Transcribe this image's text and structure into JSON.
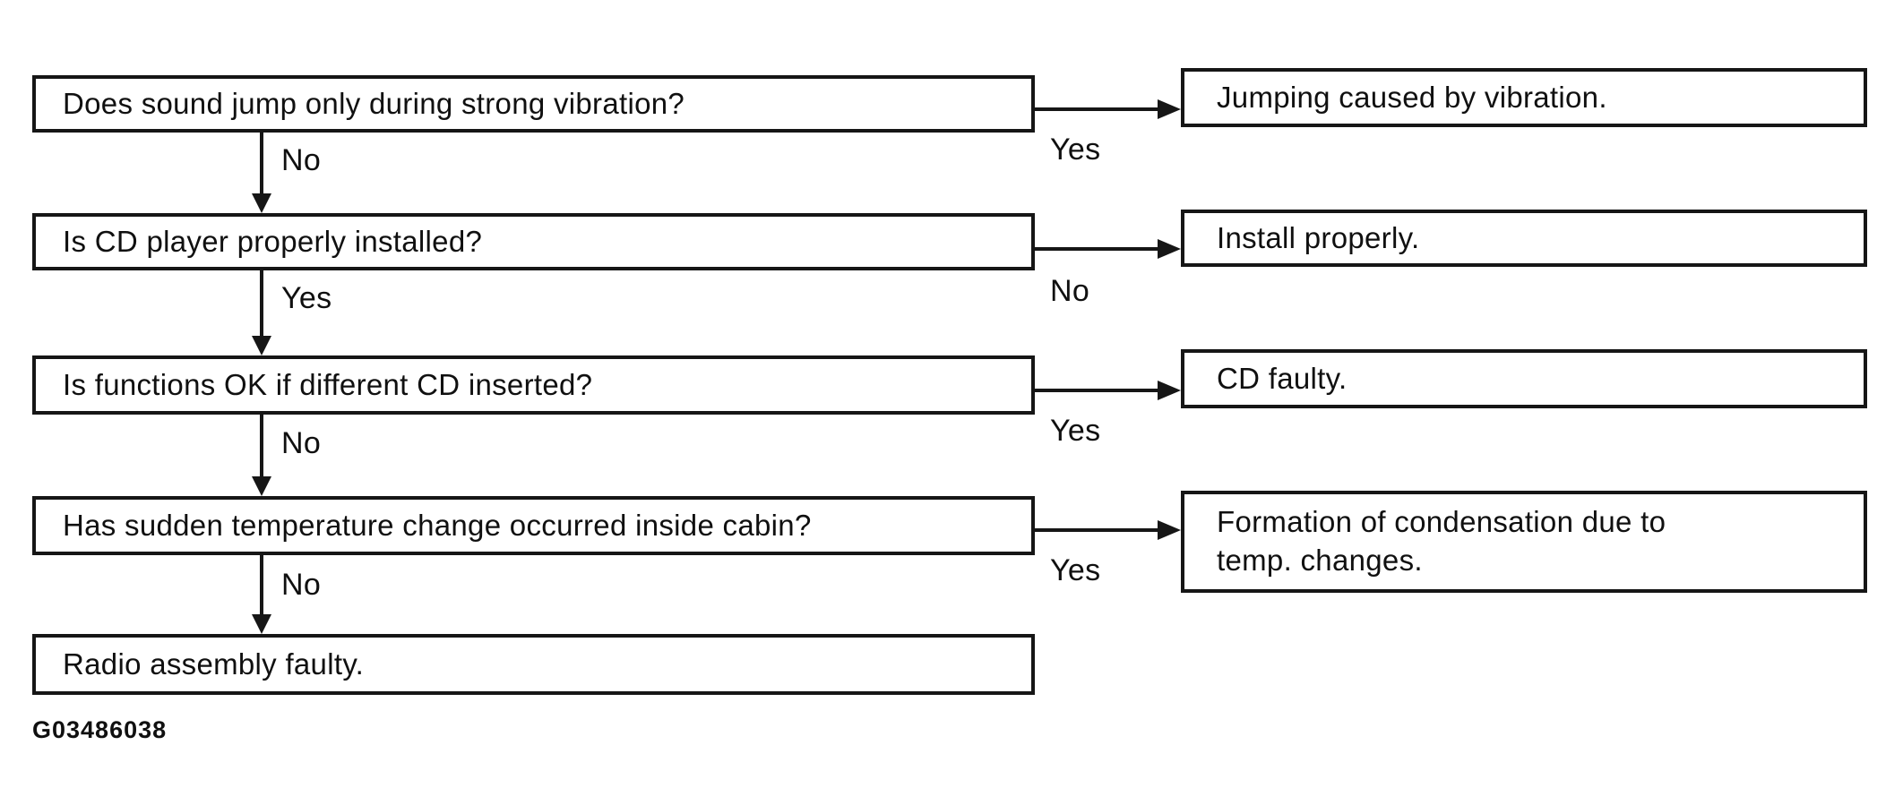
{
  "figure": {
    "code": "G03486038",
    "type": "troubleshooting-flowchart",
    "colors": {
      "line": "#161616",
      "background": "#ffffff",
      "text": "#101010"
    }
  },
  "flowchart": {
    "steps": [
      {
        "question": "Does sound jump only during strong vibration?",
        "branch_label": "Yes",
        "result": "Jumping caused by vibration.",
        "next_label": "No"
      },
      {
        "question": "Is CD player properly installed?",
        "branch_label": "No",
        "result": "Install properly.",
        "next_label": "Yes"
      },
      {
        "question": "Is functions OK if different CD inserted?",
        "branch_label": "Yes",
        "result": "CD faulty.",
        "next_label": "No"
      },
      {
        "question": "Has sudden temperature change occurred inside cabin?",
        "branch_label": "Yes",
        "result": "Formation of condensation due to\ntemp. changes.",
        "next_label": "No"
      },
      {
        "question": "Radio assembly faulty."
      }
    ]
  }
}
